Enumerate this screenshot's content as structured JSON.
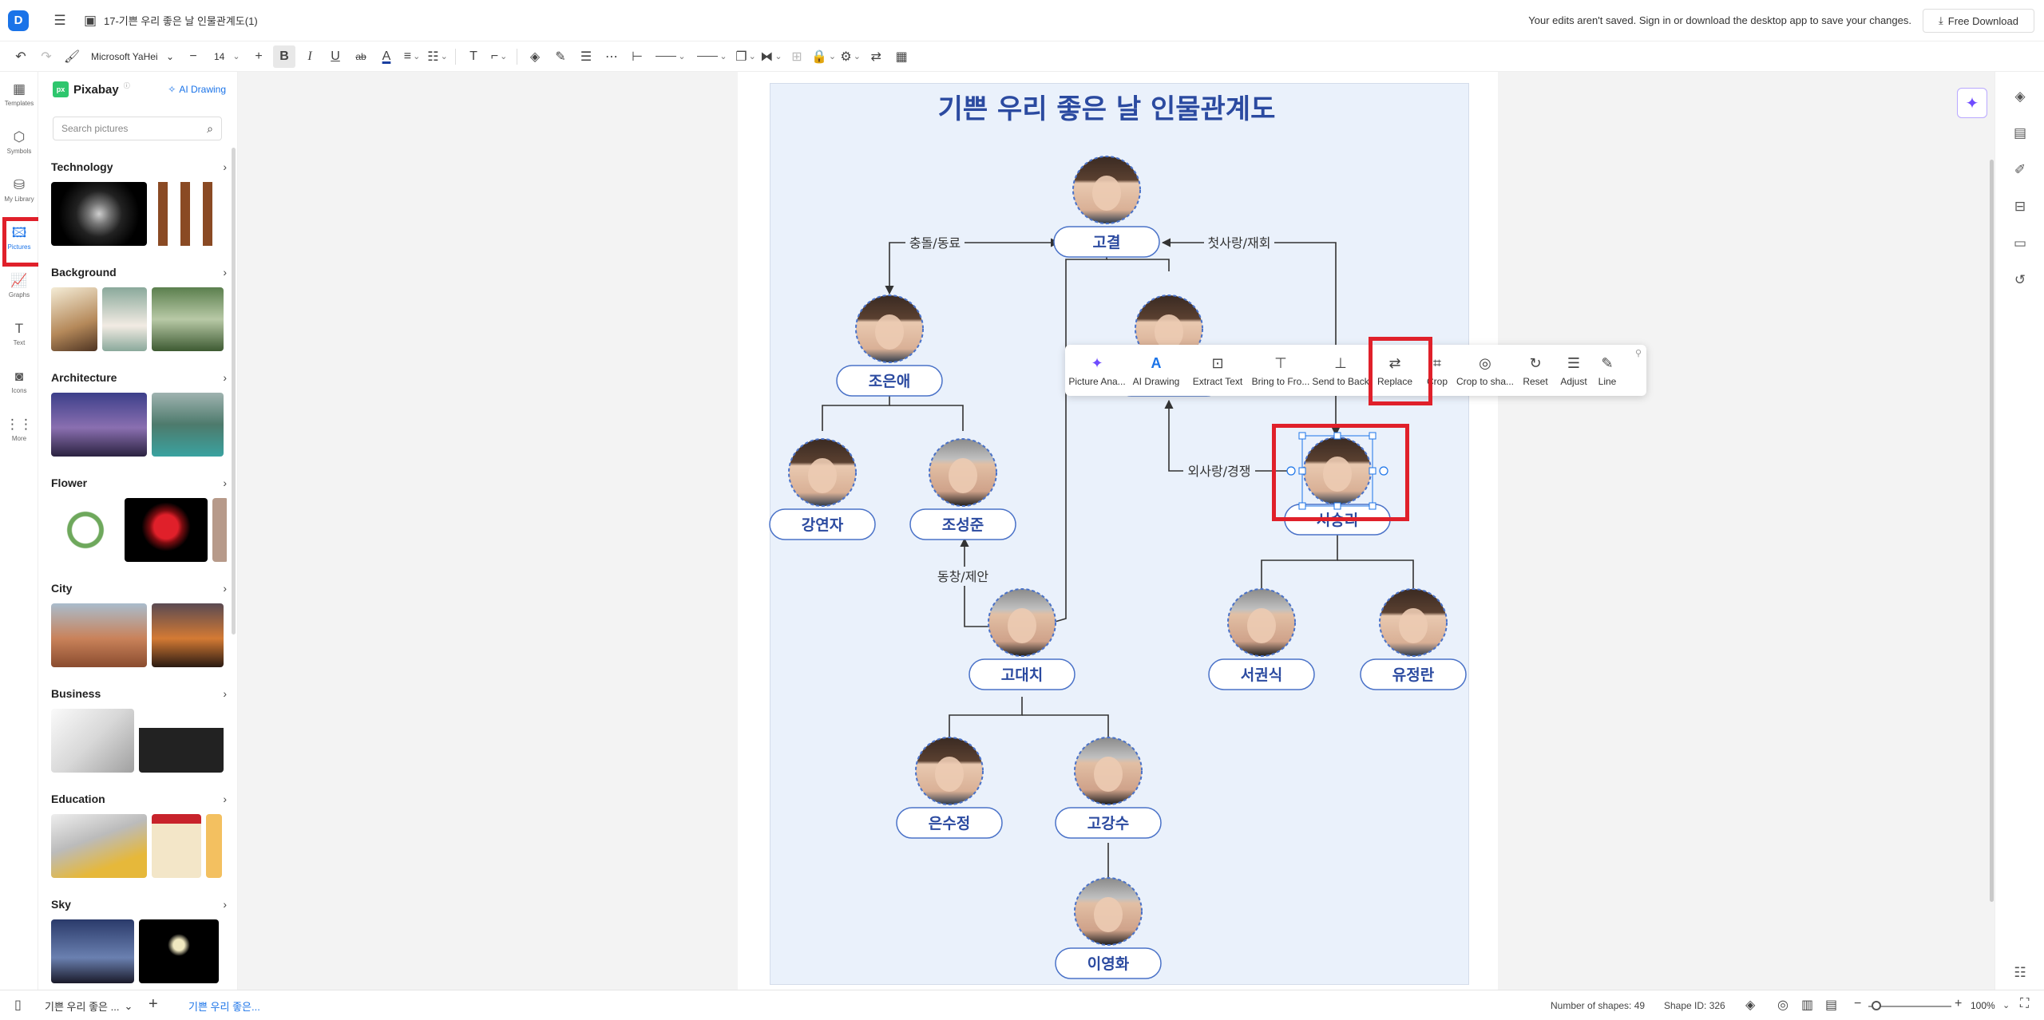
{
  "titlebar": {
    "doc_title": "17-기쁜 우리 좋은 날 인물관계도(1)",
    "save_notice": "Your edits aren't saved. Sign in or download the desktop app to save your changes.",
    "free_download": "Free Download"
  },
  "toolbar": {
    "font_family": "Microsoft YaHei",
    "font_size": "14"
  },
  "left_rail": [
    {
      "label": "Templates",
      "icon": "templates-icon",
      "glyph": "▦"
    },
    {
      "label": "Symbols",
      "icon": "symbols-icon",
      "glyph": "⬡"
    },
    {
      "label": "My Library",
      "icon": "library-icon",
      "glyph": "⛁"
    },
    {
      "label": "Pictures",
      "icon": "pictures-icon",
      "glyph": "🖾"
    },
    {
      "label": "Graphs",
      "icon": "graphs-icon",
      "glyph": "📈"
    },
    {
      "label": "Text",
      "icon": "text-icon",
      "glyph": "T"
    },
    {
      "label": "Icons",
      "icon": "icons-icon",
      "glyph": "◙"
    },
    {
      "label": "More",
      "icon": "more-icon",
      "glyph": "⋮⋮"
    }
  ],
  "picture_panel": {
    "source_logo": "px",
    "source_name": "Pixabay",
    "ai_drawing": "AI Drawing",
    "search_placeholder": "Search pictures",
    "categories": [
      {
        "title": "Technology"
      },
      {
        "title": "Background"
      },
      {
        "title": "Architecture"
      },
      {
        "title": "Flower"
      },
      {
        "title": "City"
      },
      {
        "title": "Business"
      },
      {
        "title": "Education"
      },
      {
        "title": "Sky"
      }
    ]
  },
  "diagram": {
    "title": "기쁜 우리 좋은 날 인물관계도",
    "people": [
      {
        "id": "gogyeol",
        "name": "고결"
      },
      {
        "id": "hidden",
        "name": ""
      },
      {
        "id": "joeunae",
        "name": "조은애"
      },
      {
        "id": "gangyeonja",
        "name": "강연자"
      },
      {
        "id": "joseongjun",
        "name": "조성준"
      },
      {
        "id": "seoseungri",
        "name": "서승리"
      },
      {
        "id": "godaechi",
        "name": "고대치"
      },
      {
        "id": "seogwonsik",
        "name": "서권식"
      },
      {
        "id": "yujeongran",
        "name": "유정란"
      },
      {
        "id": "eunsujeong",
        "name": "은수정"
      },
      {
        "id": "gogangsu",
        "name": "고강수"
      },
      {
        "id": "iyeonghwa",
        "name": "이영화"
      }
    ],
    "relations": [
      {
        "id": "rel-chungdol",
        "text": "충돌/동료"
      },
      {
        "id": "rel-cheotsarang",
        "text": "첫사랑/재회"
      },
      {
        "id": "rel-oesarang",
        "text": "외사랑/경쟁"
      },
      {
        "id": "rel-dongchang",
        "text": "동창/제안"
      }
    ]
  },
  "context_menu": {
    "items": [
      {
        "label": "Picture Ana...",
        "icon": "sparkle-icon",
        "glyph": "✦"
      },
      {
        "label": "AI Drawing",
        "icon": "ai-drawing-icon",
        "glyph": "A"
      },
      {
        "label": "Extract Text",
        "icon": "extract-text-icon",
        "glyph": "⊡"
      },
      {
        "label": "Bring to Fro...",
        "icon": "bring-front-icon",
        "glyph": "⊤"
      },
      {
        "label": "Send to Back",
        "icon": "send-back-icon",
        "glyph": "⊥"
      },
      {
        "label": "Replace",
        "icon": "replace-icon",
        "glyph": "⇄"
      },
      {
        "label": "Crop",
        "icon": "crop-icon",
        "glyph": "⌗"
      },
      {
        "label": "Crop to sha...",
        "icon": "crop-shape-icon",
        "glyph": "◎"
      },
      {
        "label": "Reset",
        "icon": "reset-icon",
        "glyph": "↻"
      },
      {
        "label": "Adjust",
        "icon": "adjust-icon",
        "glyph": "☰"
      },
      {
        "label": "Line",
        "icon": "line-icon",
        "glyph": "✎"
      }
    ]
  },
  "bottombar": {
    "page_dropdown": "기쁜 우리 좋은 ...",
    "active_page_tab": "기쁜 우리 좋은...",
    "shape_count": "Number of shapes: 49",
    "shape_id": "Shape ID: 326",
    "zoom": "100%"
  },
  "colors": {
    "accent": "#1a73e8",
    "highlight": "#e0202a",
    "node_border": "#4a72c8",
    "title_color": "#2b4aa0"
  }
}
